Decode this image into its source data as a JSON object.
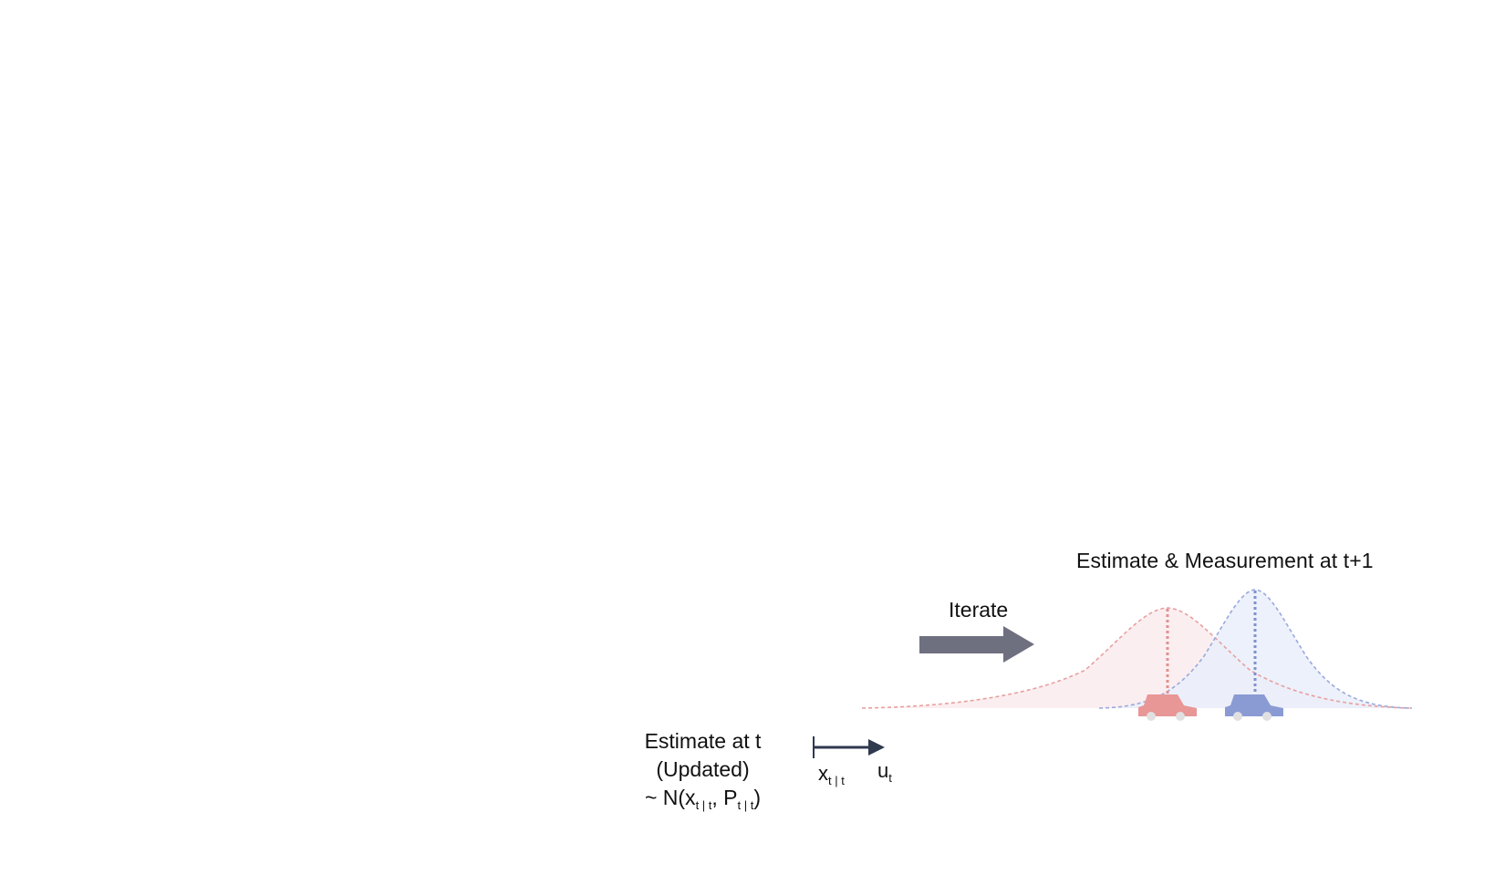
{
  "right_panel": {
    "title": "Estimate & Measurement at t+1"
  },
  "iterate": {
    "label": "Iterate"
  },
  "estimate": {
    "line1": "Estimate at t",
    "line2": "(Updated)",
    "line3_prefix": "~ N(x",
    "line3_sub1": "t | t",
    "line3_mid": ", P",
    "line3_sub2": "t | t",
    "line3_suffix": ")"
  },
  "state_label": {
    "main": "x",
    "sub": "t | t"
  },
  "control_label": {
    "main": "u",
    "sub": "t"
  },
  "colors": {
    "estimate_curve": "#e8a0a0",
    "estimate_fill": "#fbecee",
    "measurement_curve": "#9aa9db",
    "measurement_fill": "#e9eefa",
    "estimate_car": "#e89696",
    "measurement_car": "#8a9bd4",
    "arrow": "#6e7080",
    "control_arrow": "#2f3a4f"
  },
  "icons": {
    "estimate_car": "car-icon",
    "measurement_car": "car-icon"
  }
}
